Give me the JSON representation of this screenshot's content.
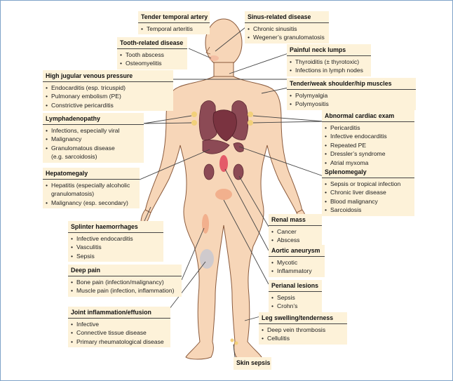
{
  "boxes": {
    "tender_temporal_artery": {
      "title": "Tender temporal artery",
      "items": [
        "Temporal arteritis"
      ]
    },
    "sinus_related_disease": {
      "title": "Sinus-related disease",
      "items": [
        "Chronic sinusitis",
        "Wegener’s granulomatosis"
      ]
    },
    "tooth_related_disease": {
      "title": "Tooth-related disease",
      "items": [
        "Tooth abscess",
        "Osteomyelitis"
      ]
    },
    "painful_neck_lumps": {
      "title": "Painful neck lumps",
      "items": [
        "Thyroiditis (± thyrotoxic)",
        "Infections in lymph nodes"
      ]
    },
    "high_jugular_venous_pressure": {
      "title": "High jugular venous pressure",
      "items": [
        "Endocarditis (esp. tricuspid)",
        "Pulmonary embolism (PE)",
        "Constrictive pericarditis"
      ]
    },
    "tender_shoulder_hip": {
      "title": "Tender/weak shoulder/hip muscles",
      "items": [
        "Polymyalgia",
        "Polymyositis"
      ]
    },
    "lymphadenopathy": {
      "title": "Lymphadenopathy",
      "items": [
        "Infections, especially viral",
        "Malignancy",
        "Granulomatous disease",
        "(e.g. sarcoidosis)"
      ]
    },
    "abnormal_cardiac_exam": {
      "title": "Abnormal cardiac exam",
      "items": [
        "Pericarditis",
        "Infective endocarditis",
        "Repeated PE",
        "Dressler’s syndrome",
        "Atrial myxoma"
      ]
    },
    "hepatomegaly": {
      "title": "Hepatomegaly",
      "items": [
        "Hepatitis (especially alcoholic",
        "granulomatosis)",
        "Malignancy (esp. secondary)"
      ]
    },
    "splenomegaly": {
      "title": "Splenomegaly",
      "items": [
        "Sepsis or tropical infection",
        "Chronic liver disease",
        "Blood malignancy",
        "Sarcoidosis"
      ]
    },
    "renal_mass": {
      "title": "Renal mass",
      "items": [
        "Cancer",
        "Abscess"
      ]
    },
    "splinter_haemorrhages": {
      "title": "Splinter haemorrhages",
      "items": [
        "Infective endocarditis",
        "Vasculitis",
        "Sepsis"
      ]
    },
    "aortic_aneurysm": {
      "title": "Aortic aneurysm",
      "items": [
        "Mycotic",
        "Inflammatory"
      ]
    },
    "deep_pain": {
      "title": "Deep pain",
      "items": [
        "Bone pain (infection/malignancy)",
        "Muscle pain (infection, inflammation)"
      ]
    },
    "perianal_lesions": {
      "title": "Perianal lesions",
      "items": [
        "Sepsis",
        "Crohn’s"
      ]
    },
    "joint_inflammation": {
      "title": "Joint inflammation/effusion",
      "items": [
        "Infective",
        "Connective tissue disease",
        "Primary rheumatological disease"
      ]
    },
    "leg_swelling": {
      "title": "Leg swelling/tenderness",
      "items": [
        "Deep vein thrombosis",
        "Cellulitis"
      ]
    },
    "skin_sepsis": {
      "title": "Skin sepsis",
      "items": []
    }
  },
  "colors": {
    "background": "#ffffff",
    "box_fill": "#fdf2d9",
    "skin": "#f7d6b8",
    "skin_outline": "#8a5a3c",
    "organ": "#8c4a55",
    "frame": "#7fa3c8",
    "leader": "#444444"
  }
}
